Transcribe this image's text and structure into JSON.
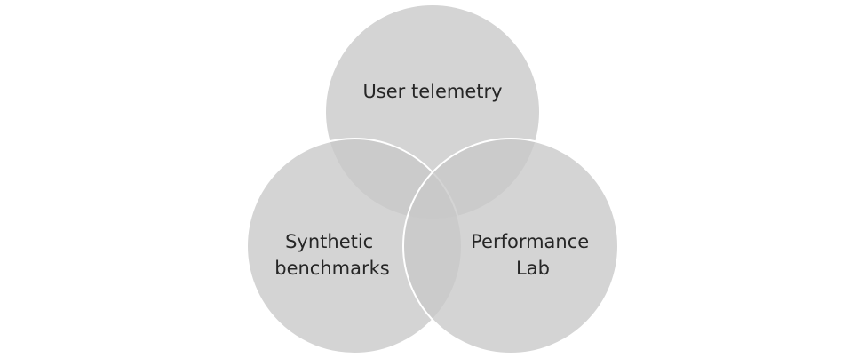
{
  "diagram": {
    "type": "venn",
    "fill_color": "#c8c8c8",
    "fill_opacity": 0.78,
    "stroke_color": "#ffffff",
    "text_color": "#262626",
    "sets": [
      {
        "id": "top",
        "label_lines": [
          "User telemetry"
        ]
      },
      {
        "id": "left",
        "label_lines": [
          "Synthetic",
          "benchmarks"
        ]
      },
      {
        "id": "right",
        "label_lines": [
          "Performance",
          "Lab"
        ]
      }
    ]
  }
}
